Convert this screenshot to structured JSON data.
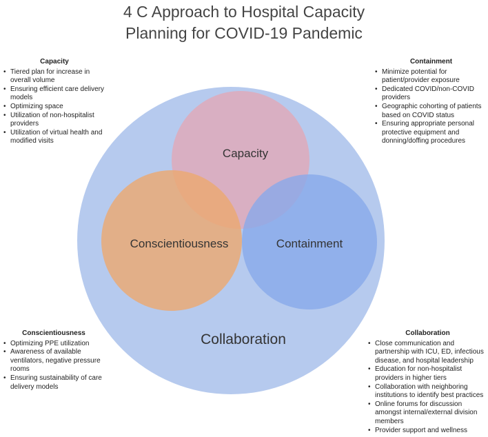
{
  "title": {
    "line1": "4 C Approach to Hospital Capacity",
    "line2": "Planning for COVID-19 Pandemic"
  },
  "colors": {
    "collaboration": "#aec4ec",
    "capacity": "#e3a8b6",
    "conscientiousness": "#eba872",
    "containment": "#86a9ea"
  },
  "venn": {
    "collaboration": "Collaboration",
    "capacity": "Capacity",
    "conscientiousness": "Conscientiousness",
    "containment": "Containment"
  },
  "panels": {
    "capacity": {
      "heading": "Capacity",
      "items": [
        "Tiered plan for increase in overall volume",
        "Ensuring efficient care delivery models",
        "Optimizing space",
        "Utilization of non-hospitalist providers",
        "Utilization of virtual health and modified visits"
      ]
    },
    "containment": {
      "heading": "Containment",
      "items": [
        "Minimize potential for patient/provider exposure",
        "Dedicated COVID/non-COVID providers",
        "Geographic cohorting of patients based on COVID status",
        "Ensuring appropriate personal protective equipment and donning/doffing procedures"
      ]
    },
    "conscientiousness": {
      "heading": "Conscientiousness",
      "items": [
        "Optimizing PPE utilization",
        "Awareness of available ventilators, negative pressure rooms",
        "Ensuring sustainability of care delivery models"
      ]
    },
    "collaboration": {
      "heading": "Collaboration",
      "items": [
        "Close communication and partnership with ICU, ED, infectious disease, and hospital leadership",
        "Education for non-hospitalist providers in higher tiers",
        "Collaboration with neighboring institutions to identify best practices",
        "Online forums for discussion amongst internal/external division members",
        "Provider support and wellness"
      ]
    }
  }
}
